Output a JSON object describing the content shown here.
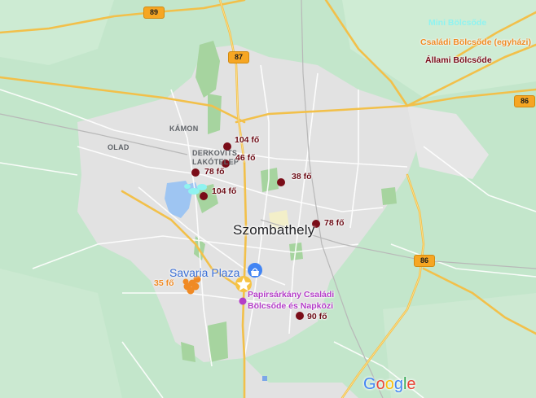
{
  "places": {
    "kamon": "KÁMON",
    "olad": "OLAD",
    "derkovits_1": "DERKOVITS",
    "derkovits_2": "LAKÓTELEP",
    "city": "Szombathely",
    "poi": "Savaria Plaza"
  },
  "roads": {
    "r89": "89",
    "r87": "87",
    "r86a": "86",
    "r86b": "86"
  },
  "legend": {
    "mini": "Mini Bölcsőde",
    "csaladi": "Családi Bölcsőde (egyházi)",
    "allami": "Állami Bölcsőde"
  },
  "counts": {
    "c1": "104 fő",
    "c2": "46 fő",
    "c3": "78 fő",
    "c4": "38 fő",
    "c5": "104 fő",
    "c6": "78 fő",
    "c7": "90 fő",
    "c8": "35 fő"
  },
  "papirsarkany": {
    "line1": "Papírsárkány Családi",
    "line2": "Bölcsőde és Napközi"
  },
  "google": "Google",
  "colors": {
    "allami": "#7a0c18",
    "csaladi": "#f08a24",
    "mini": "#8ff3f0",
    "papirsarkany": "#b43cc8",
    "road_major": "#f6c344",
    "park": "#a9d8a3",
    "urban": "#e3e3e3",
    "rural": "#bde2c4"
  }
}
